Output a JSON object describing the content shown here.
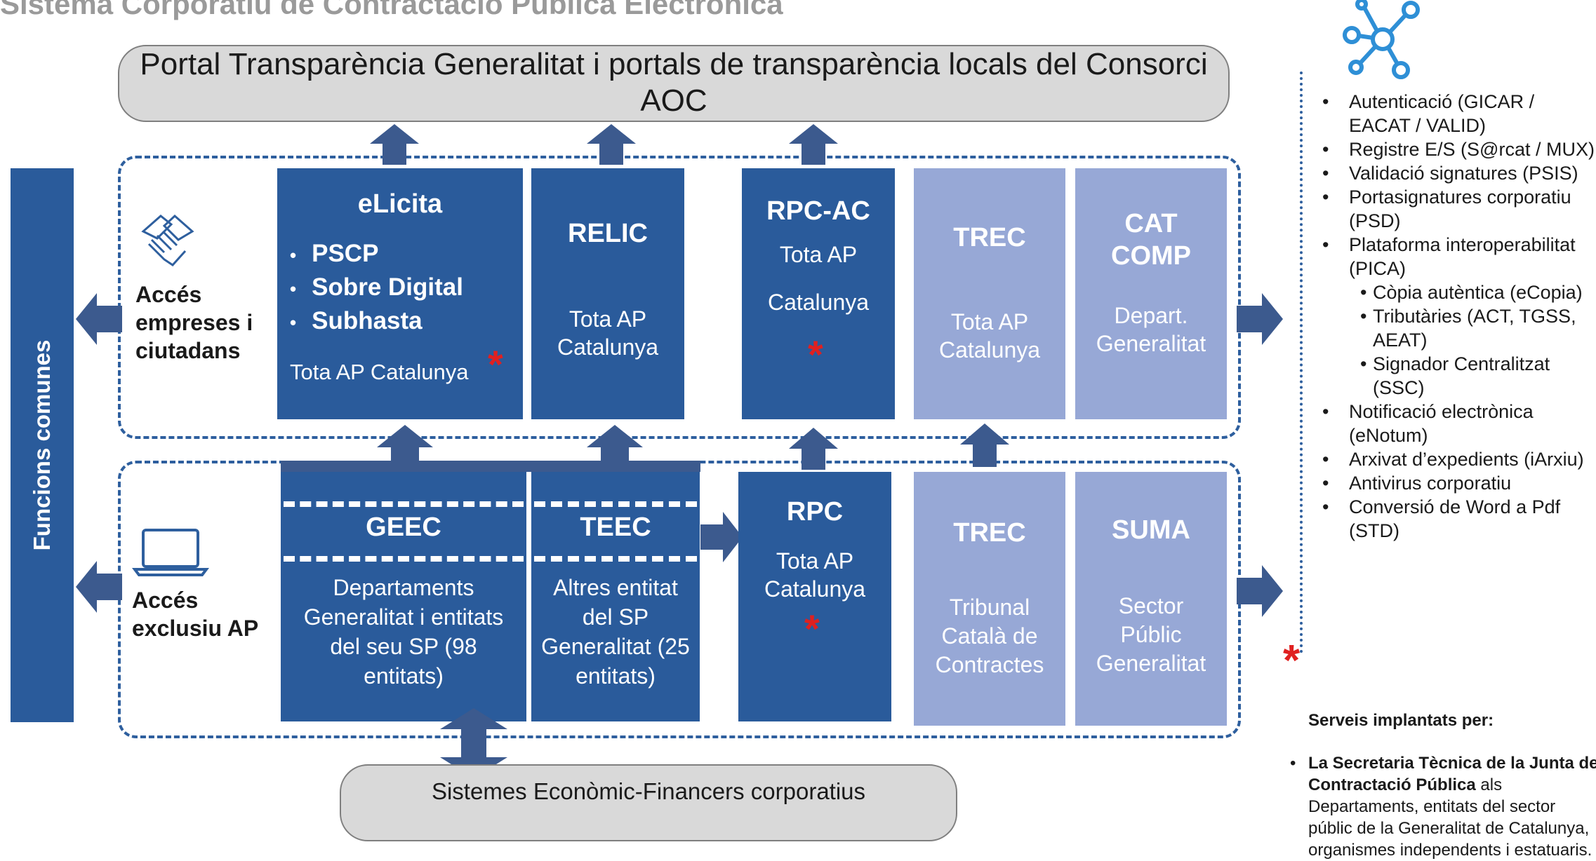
{
  "page_title": "Sistema Corporatiu de Contractació Pública Electrònica",
  "top_portal": "Portal Transparència Generalitat i portals de transparència locals del Consorci AOC",
  "bottom_portal": "Sistemes Econòmic-Financers corporatius",
  "sidebar_label": "Funcions comunes",
  "access_companies": "Accés empreses i ciutadans",
  "access_ap": "Accés exclusiu AP",
  "elicita": {
    "title": "eLicita",
    "items": [
      "PSCP",
      "Sobre Digital",
      "Subhasta"
    ],
    "scope": "Tota AP Catalunya"
  },
  "relic": {
    "title": "RELIC",
    "scope": "Tota AP Catalunya"
  },
  "rpcac": {
    "title": "RPC-AC",
    "line1": "Tota AP",
    "line2": "Catalunya"
  },
  "trec_top": {
    "title": "TREC",
    "scope": "Tota AP Catalunya"
  },
  "catcomp": {
    "title": "CAT COMP",
    "scope": "Depart. Generalitat"
  },
  "geec": {
    "title": "GEEC",
    "desc": "Departaments Generalitat i entitats del seu SP (98 entitats)"
  },
  "teec": {
    "title": "TEEC",
    "desc": "Altres entitat del SP Generalitat (25 entitats)"
  },
  "rpc": {
    "title": "RPC",
    "scope": "Tota AP Catalunya"
  },
  "trec_bottom": {
    "title": "TREC",
    "desc": "Tribunal Català de Contractes"
  },
  "suma": {
    "title": "SUMA",
    "desc": "Sector Públic Generalitat"
  },
  "star_symbol": "*",
  "bullet": "•",
  "sub_bullet": "•",
  "common_services": [
    {
      "text": "Autenticació (GICAR / EACAT / VALID)",
      "level": 1
    },
    {
      "text": "Registre E/S (S@rcat / MUX)",
      "level": 1
    },
    {
      "text": "Validació signatures (PSIS)",
      "level": 1
    },
    {
      "text": "Portasignatures corporatiu (PSD)",
      "level": 1
    },
    {
      "text": "Plataforma interoperabilitat (PICA)",
      "level": 1
    },
    {
      "text": "Còpia autèntica (eCopia)",
      "level": 2
    },
    {
      "text": "Tributàries (ACT, TGSS, AEAT)",
      "level": 2
    },
    {
      "text": "Signador Centralitzat (SSC)",
      "level": 2
    },
    {
      "text": "Notificació electrònica (eNotum)",
      "level": 1
    },
    {
      "text": "Arxivat d’expedients (iArxiu)",
      "level": 1
    },
    {
      "text": "Antivirus corporatiu",
      "level": 1
    },
    {
      "text": "Conversió de Word a Pdf (STD)",
      "level": 1
    }
  ],
  "footer": {
    "heading": "Serveis implantats per:",
    "bold_part": "La Secretaria Tècnica de la Junta de Contractació Pública",
    "rest": " als Departaments, entitats del sector públic de la Generalitat de Catalunya, organismes independents i estatuaris."
  },
  "icons": [
    "handshake-icon",
    "laptop-icon",
    "network-icon"
  ],
  "colors": {
    "dark_box": "#2a5b9b",
    "light_box": "#97a8d6",
    "star": "#e02020",
    "arrow": "#3c5a8e"
  }
}
